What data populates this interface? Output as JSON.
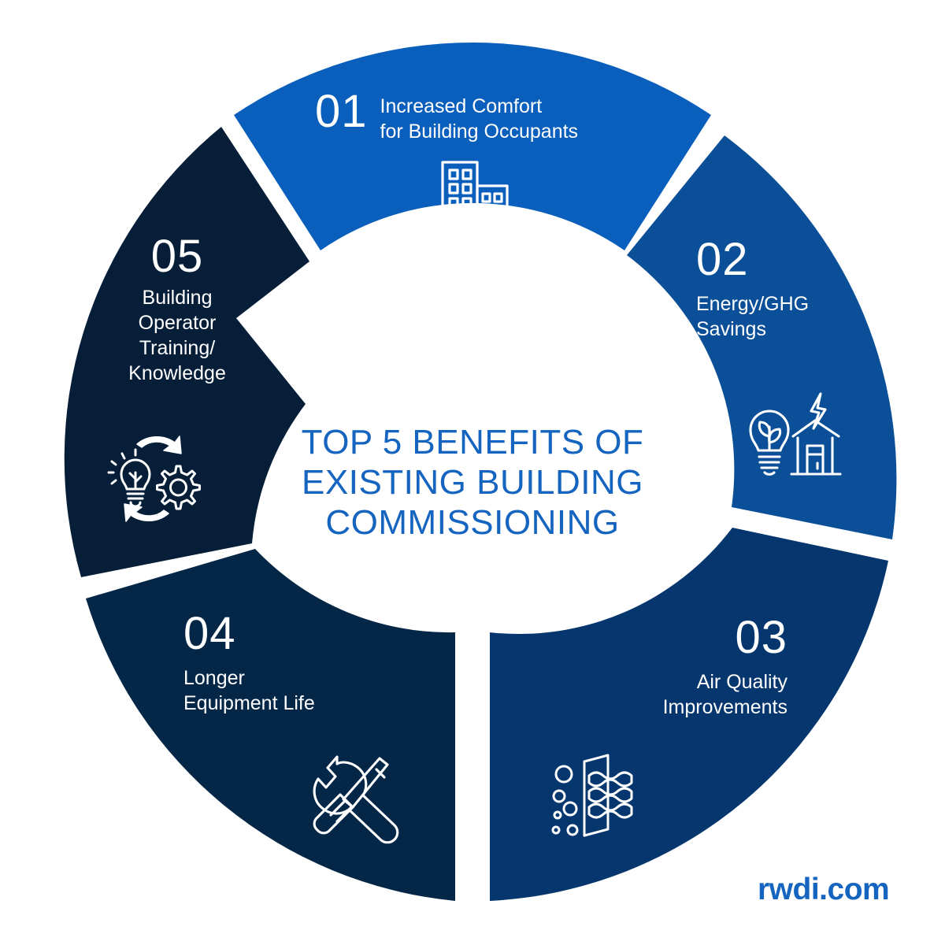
{
  "title": {
    "text": "TOP 5 BENEFITS OF\nEXISTING BUILDING\nCOMMISSIONING",
    "color": "#1565c0"
  },
  "logo": {
    "text": "rwdi.com",
    "color": "#1565c0"
  },
  "chart_data": {
    "type": "pie",
    "title": "TOP 5 BENEFITS OF EXISTING BUILDING COMMISSIONING",
    "categories": [
      "Increased Comfort for Building Occupants",
      "Energy/GHG Savings",
      "Air Quality Improvements",
      "Longer Equipment Life",
      "Building Operator Training/Knowledge"
    ],
    "values": [
      20,
      20,
      20,
      20,
      20
    ],
    "colors": [
      "#0a5fbc",
      "#0a4f97",
      "#06366e",
      "#042748",
      "#061e38"
    ],
    "legend": "none",
    "grid": false
  },
  "segments": [
    {
      "number": "01",
      "label": "Increased Comfort\nfor Building Occupants",
      "color": "#0a5fbc",
      "icon": "office-buildings-icon"
    },
    {
      "number": "02",
      "label": "Energy/GHG\nSavings",
      "color": "#0a4f97",
      "icon": "energy-lightbulb-house-icon"
    },
    {
      "number": "03",
      "label": "Air Quality\nImprovements",
      "color": "#06366e",
      "icon": "air-filter-icon"
    },
    {
      "number": "04",
      "label": "Longer\nEquipment Life",
      "color": "#042748",
      "icon": "wrench-screwdriver-icon"
    },
    {
      "number": "05",
      "label": "Building\nOperator\nTraining/\nKnowledge",
      "color": "#061e38",
      "icon": "lightbulb-gear-cycle-icon"
    }
  ]
}
